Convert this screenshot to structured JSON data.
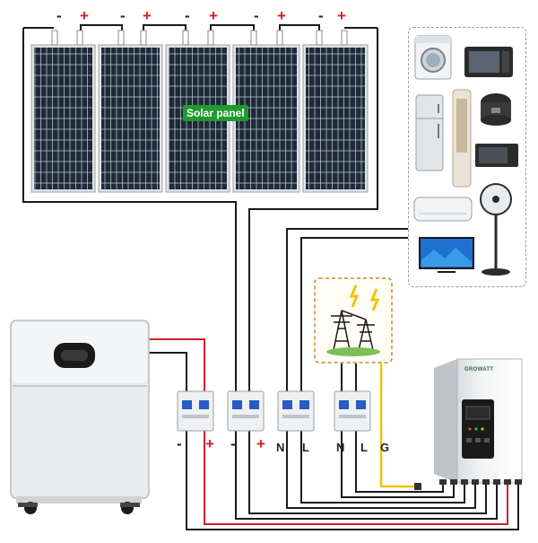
{
  "solar_panel_label": "Solar panel",
  "panel_terminals": [
    {
      "minus": "-",
      "plus": "+"
    },
    {
      "minus": "-",
      "plus": "+"
    },
    {
      "minus": "-",
      "plus": "+"
    },
    {
      "minus": "-",
      "plus": "+"
    },
    {
      "minus": "-",
      "plus": "+"
    }
  ],
  "breaker_labels": {
    "battery_minus": "-",
    "battery_plus": "+",
    "pv_minus": "-",
    "pv_plus": "+",
    "load_n": "N",
    "load_l": "L",
    "grid_n": "N",
    "grid_l": "L",
    "grid_g": "G"
  },
  "inverter_brand": "GROWATT",
  "colors": {
    "wire_black": "#1a1a1a",
    "wire_red": "#d0202a",
    "wire_yellow": "#f0c400",
    "grid_box_border": "#c98a2a",
    "panel_cell": "#1f2a3a",
    "label_bg": "#1f9a2e"
  },
  "appliance_icons": [
    "washing-machine-icon",
    "microwave-oven-icon",
    "refrigerator-icon",
    "air-purifier-icon",
    "rice-cooker-icon",
    "toaster-oven-icon",
    "air-conditioner-icon",
    "standing-fan-icon",
    "television-icon"
  ]
}
